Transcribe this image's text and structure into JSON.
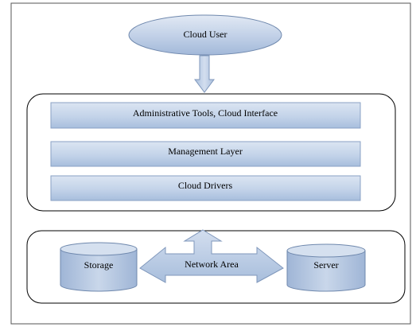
{
  "diagram": {
    "nodes": {
      "cloud_user": "Cloud User",
      "admin_tools": "Administrative Tools, Cloud Interface",
      "management_layer": "Management Layer",
      "cloud_drivers": "Cloud Drivers",
      "storage": "Storage",
      "server": "Server",
      "network_area": "Network Area"
    }
  },
  "colors": {
    "fill_light": "#d9e3f1",
    "fill_mid": "#b3c6e0",
    "fill_dark": "#8fa9cc",
    "stroke": "#7f97bb",
    "text": "#000000"
  }
}
